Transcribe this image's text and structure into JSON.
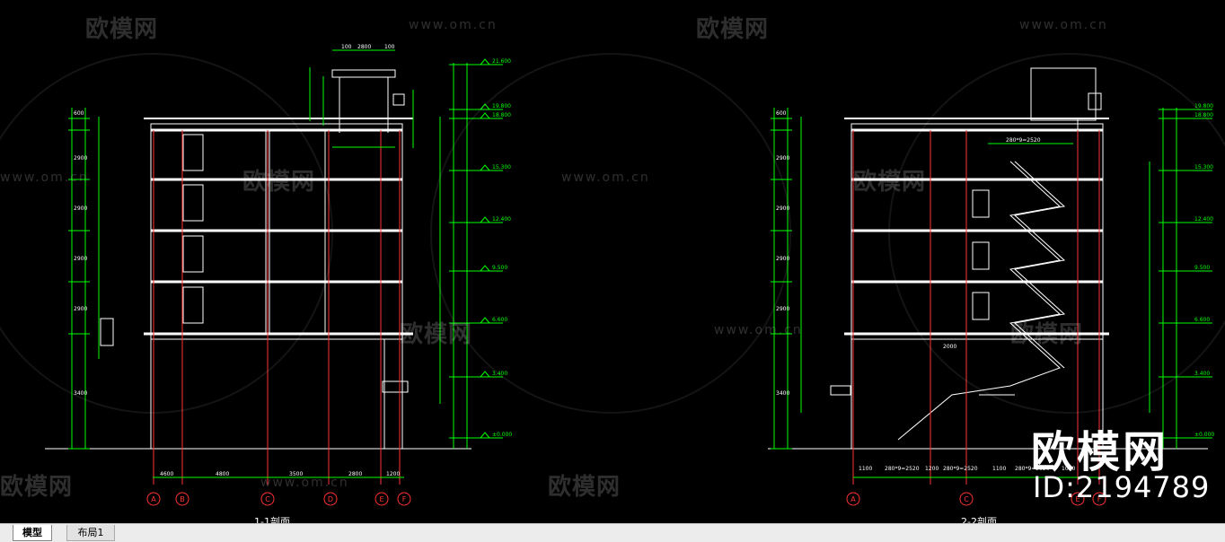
{
  "tabs": {
    "model": "模型",
    "layout": "布局1"
  },
  "watermark": {
    "cn": "欧模网",
    "url": "www.om.cn"
  },
  "brand": {
    "cn": "欧模网",
    "id": "ID:2194789"
  },
  "left_drawing": {
    "caption": "1-1剖面",
    "axes": [
      "A",
      "B",
      "C",
      "D",
      "E",
      "F"
    ],
    "bottom_dims": [
      "4600",
      "4800",
      "3500",
      "2800",
      "1200"
    ],
    "elevations": [
      "21.600",
      "19.800",
      "18.800",
      "15.300",
      "12.400",
      "9.500",
      "6.600",
      "3.400",
      "±0.000"
    ],
    "top_dims": [
      "100",
      "2800",
      "100"
    ],
    "left_dims": [
      "600",
      "2900",
      "2900",
      "2900",
      "2900",
      "3400"
    ]
  },
  "right_drawing": {
    "caption": "2-2剖面",
    "axes": [
      "A",
      "C",
      "E",
      "F"
    ],
    "bottom_dims": [
      "1100",
      "280*9=2520",
      "1200",
      "280*9=2520",
      "1100",
      "280*9=2520",
      "1000"
    ],
    "elevations": [
      "19.800",
      "18.800",
      "15.300",
      "12.400",
      "9.500",
      "6.600",
      "3.400",
      "±0.000"
    ],
    "left_dims": [
      "600",
      "2900",
      "2900",
      "2900",
      "2900",
      "3400"
    ],
    "stair_labels": [
      "280*9=2520",
      "2000"
    ]
  },
  "colors": {
    "background": "#000000",
    "green": "#00ff00",
    "red": "#ff3333",
    "white": "#ffffff",
    "tabbar": "#ececec"
  }
}
